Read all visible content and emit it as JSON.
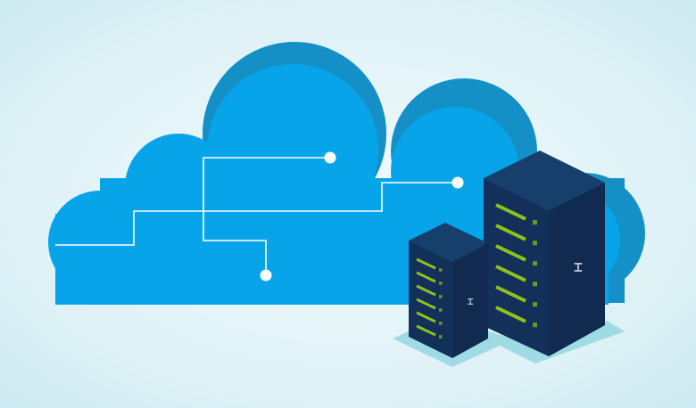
{
  "illustration": {
    "subject": "cloud-with-servers",
    "colors": {
      "cloud_front": "#07a4ea",
      "cloud_back": "#1590c6",
      "server_dark": "#132b52",
      "server_top": "#163f69",
      "led_green": "#8cc21a",
      "shadow": "#9fdbe3",
      "line": "#ffffff"
    },
    "servers": [
      {
        "name": "small-server",
        "led_rows": 6
      },
      {
        "name": "large-server",
        "led_rows": 6
      }
    ],
    "connection_nodes": 3
  }
}
